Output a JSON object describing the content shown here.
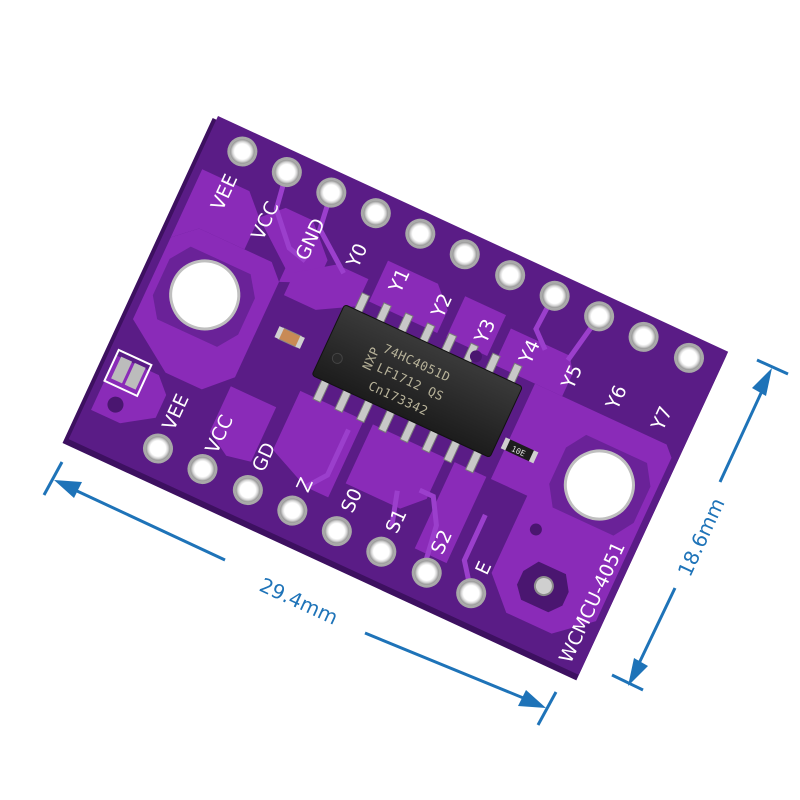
{
  "product": {
    "board_name": "WCMCU-4051",
    "board_color": "#8a2bb8",
    "board_edge_color": "#5a1c86",
    "trace_color": "#a043cf"
  },
  "chip": {
    "line1": "74HC4051D",
    "line2": "LF1712  QS",
    "line3": "Cn173342",
    "logo": "NXP"
  },
  "top_pins": {
    "labels": [
      "VEE",
      "VCC",
      "GND",
      "Y0",
      "Y1",
      "Y2",
      "Y3",
      "Y4",
      "Y5",
      "Y6",
      "Y7"
    ]
  },
  "bottom_pins": {
    "labels": [
      "VEE",
      "VCC",
      "GD",
      "Z",
      "S0",
      "S1",
      "S2",
      "E"
    ]
  },
  "resistor_marking": "10E",
  "dimensions": {
    "length": "29.4mm",
    "width": "18.6mm",
    "color": "#1e73b8"
  }
}
